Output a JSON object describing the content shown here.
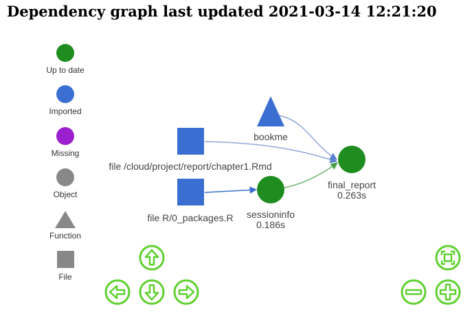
{
  "title": "Dependency graph last updated 2021-03-14 12:21:20",
  "legend": [
    {
      "label": "Up to date",
      "shape": "circle",
      "color": "#1e8c1e"
    },
    {
      "label": "Imported",
      "shape": "circle",
      "color": "#3a6fd1"
    },
    {
      "label": "Missing",
      "shape": "circle",
      "color": "#9a1fcf"
    },
    {
      "label": "Object",
      "shape": "circle",
      "color": "#888888"
    },
    {
      "label": "Function",
      "shape": "triangle",
      "color": "#888888"
    },
    {
      "label": "File",
      "shape": "square",
      "color": "#888888"
    }
  ],
  "nodes": {
    "chapter1": {
      "label": "file /cloud/project/report/chapter1.Rmd",
      "shape": "square",
      "color": "#3a6fd1"
    },
    "packages": {
      "label": "file R/0_packages.R",
      "shape": "square",
      "color": "#3a6fd1"
    },
    "bookme": {
      "label": "bookme",
      "shape": "triangle",
      "color": "#3a6fd1"
    },
    "sessioninfo": {
      "label": "sessioninfo",
      "time": "0.186s",
      "shape": "circle",
      "color": "#1e8c1e"
    },
    "final_report": {
      "label": "final_report",
      "time": "0.263s",
      "shape": "circle",
      "color": "#1e8c1e"
    }
  },
  "edges": [
    {
      "from": "bookme",
      "to": "final_report",
      "color": "#8ea6d8"
    },
    {
      "from": "chapter1",
      "to": "final_report",
      "color": "#8ea6d8"
    },
    {
      "from": "packages",
      "to": "sessioninfo",
      "color": "#3a6fd1"
    },
    {
      "from": "sessioninfo",
      "to": "final_report",
      "color": "#6fb46f"
    }
  ],
  "navigation": {
    "buttons": [
      "up",
      "left",
      "down",
      "right",
      "fit",
      "zoom-out",
      "zoom-in"
    ],
    "color": "#5ecf2e"
  }
}
